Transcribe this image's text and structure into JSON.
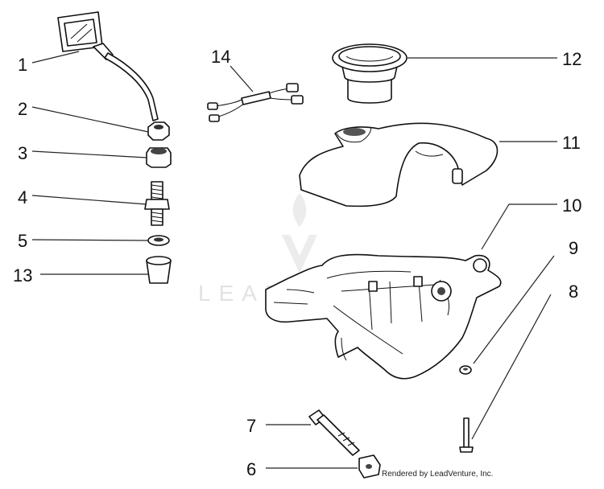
{
  "diagram": {
    "callouts": [
      "1",
      "2",
      "3",
      "4",
      "5",
      "13",
      "14",
      "12",
      "11",
      "10",
      "9",
      "8",
      "7",
      "6"
    ],
    "watermark": "LEADVENTURE",
    "credit": "Rendered by LeadVenture, Inc."
  }
}
